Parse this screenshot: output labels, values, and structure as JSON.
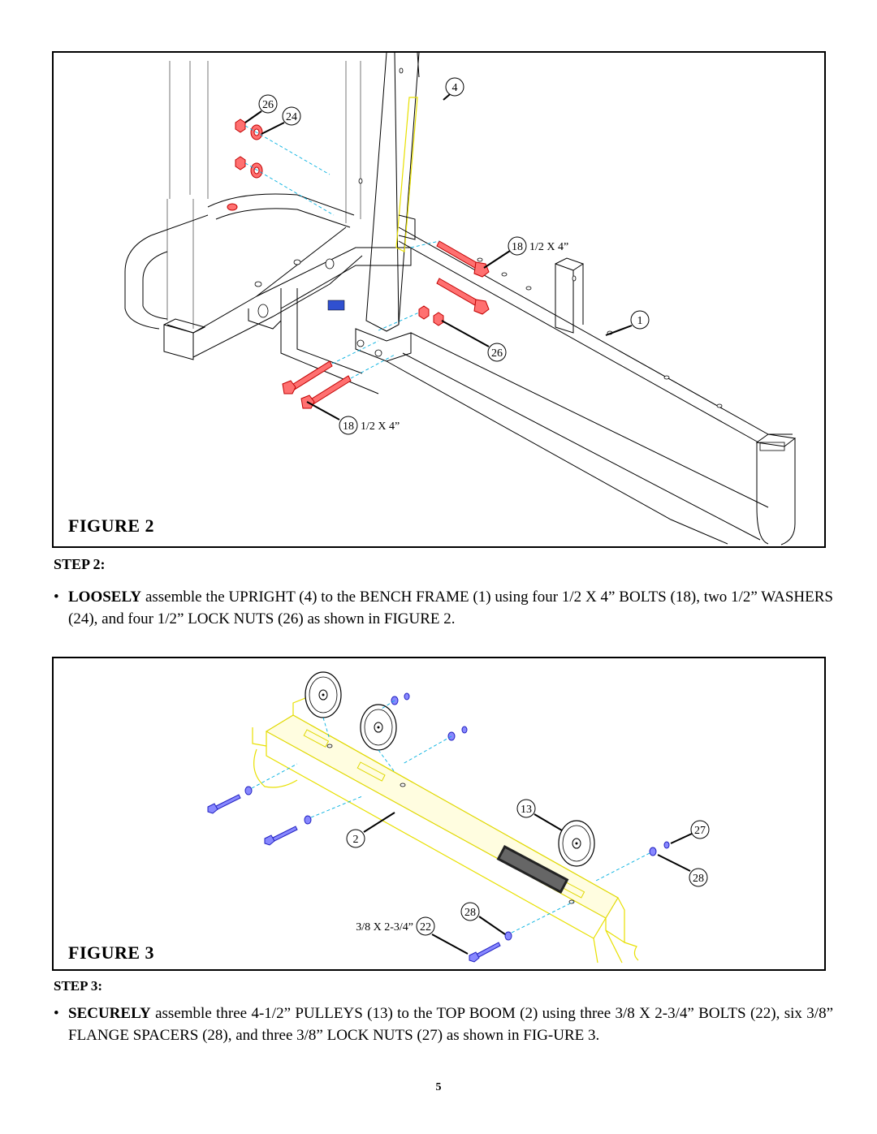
{
  "figure2": {
    "caption": "FIGURE 2",
    "callouts": {
      "upright": "4",
      "lock_nut_top": "26",
      "washer": "24",
      "bolt_rear_num": "18",
      "bolt_rear_size": "1/2 X 4”",
      "bench_frame": "1",
      "lock_nut_front": "26",
      "bolt_front_num": "18",
      "bolt_front_size": "1/2 X 4”"
    }
  },
  "step2": {
    "heading": "STEP 2:",
    "bullet": "•",
    "emphasis": "LOOSELY",
    "text": " assemble the UPRIGHT (4) to the BENCH FRAME (1) using four 1/2 X 4” BOLTS (18), two 1/2” WASHERS (24), and four 1/2” LOCK NUTS (26) as shown in FIGURE 2."
  },
  "figure3": {
    "caption": "FIGURE 3",
    "callouts": {
      "pulley": "13",
      "lock_nut": "27",
      "top_boom": "2",
      "spacer_right": "28",
      "spacer_bottom": "28",
      "bolt_num": "22",
      "bolt_size": "3/8 X 2-3/4”"
    }
  },
  "step3": {
    "heading": "STEP 3:",
    "bullet": "•",
    "emphasis": "SECURELY",
    "text": " assemble three 4-1/2” PULLEYS (13) to the TOP BOOM (2) using three 3/8 X 2-3/4” BOLTS  (22), six 3/8” FLANGE SPACERS (28), and three 3/8” LOCK NUTS (27) as shown in FIG-URE 3."
  },
  "page_number": "5",
  "colors": {
    "hardware_fig2": "#ff7070",
    "hardware_fig3": "#8888ff",
    "top_boom": "#e8e000",
    "centerlines": "#00b0e0"
  }
}
